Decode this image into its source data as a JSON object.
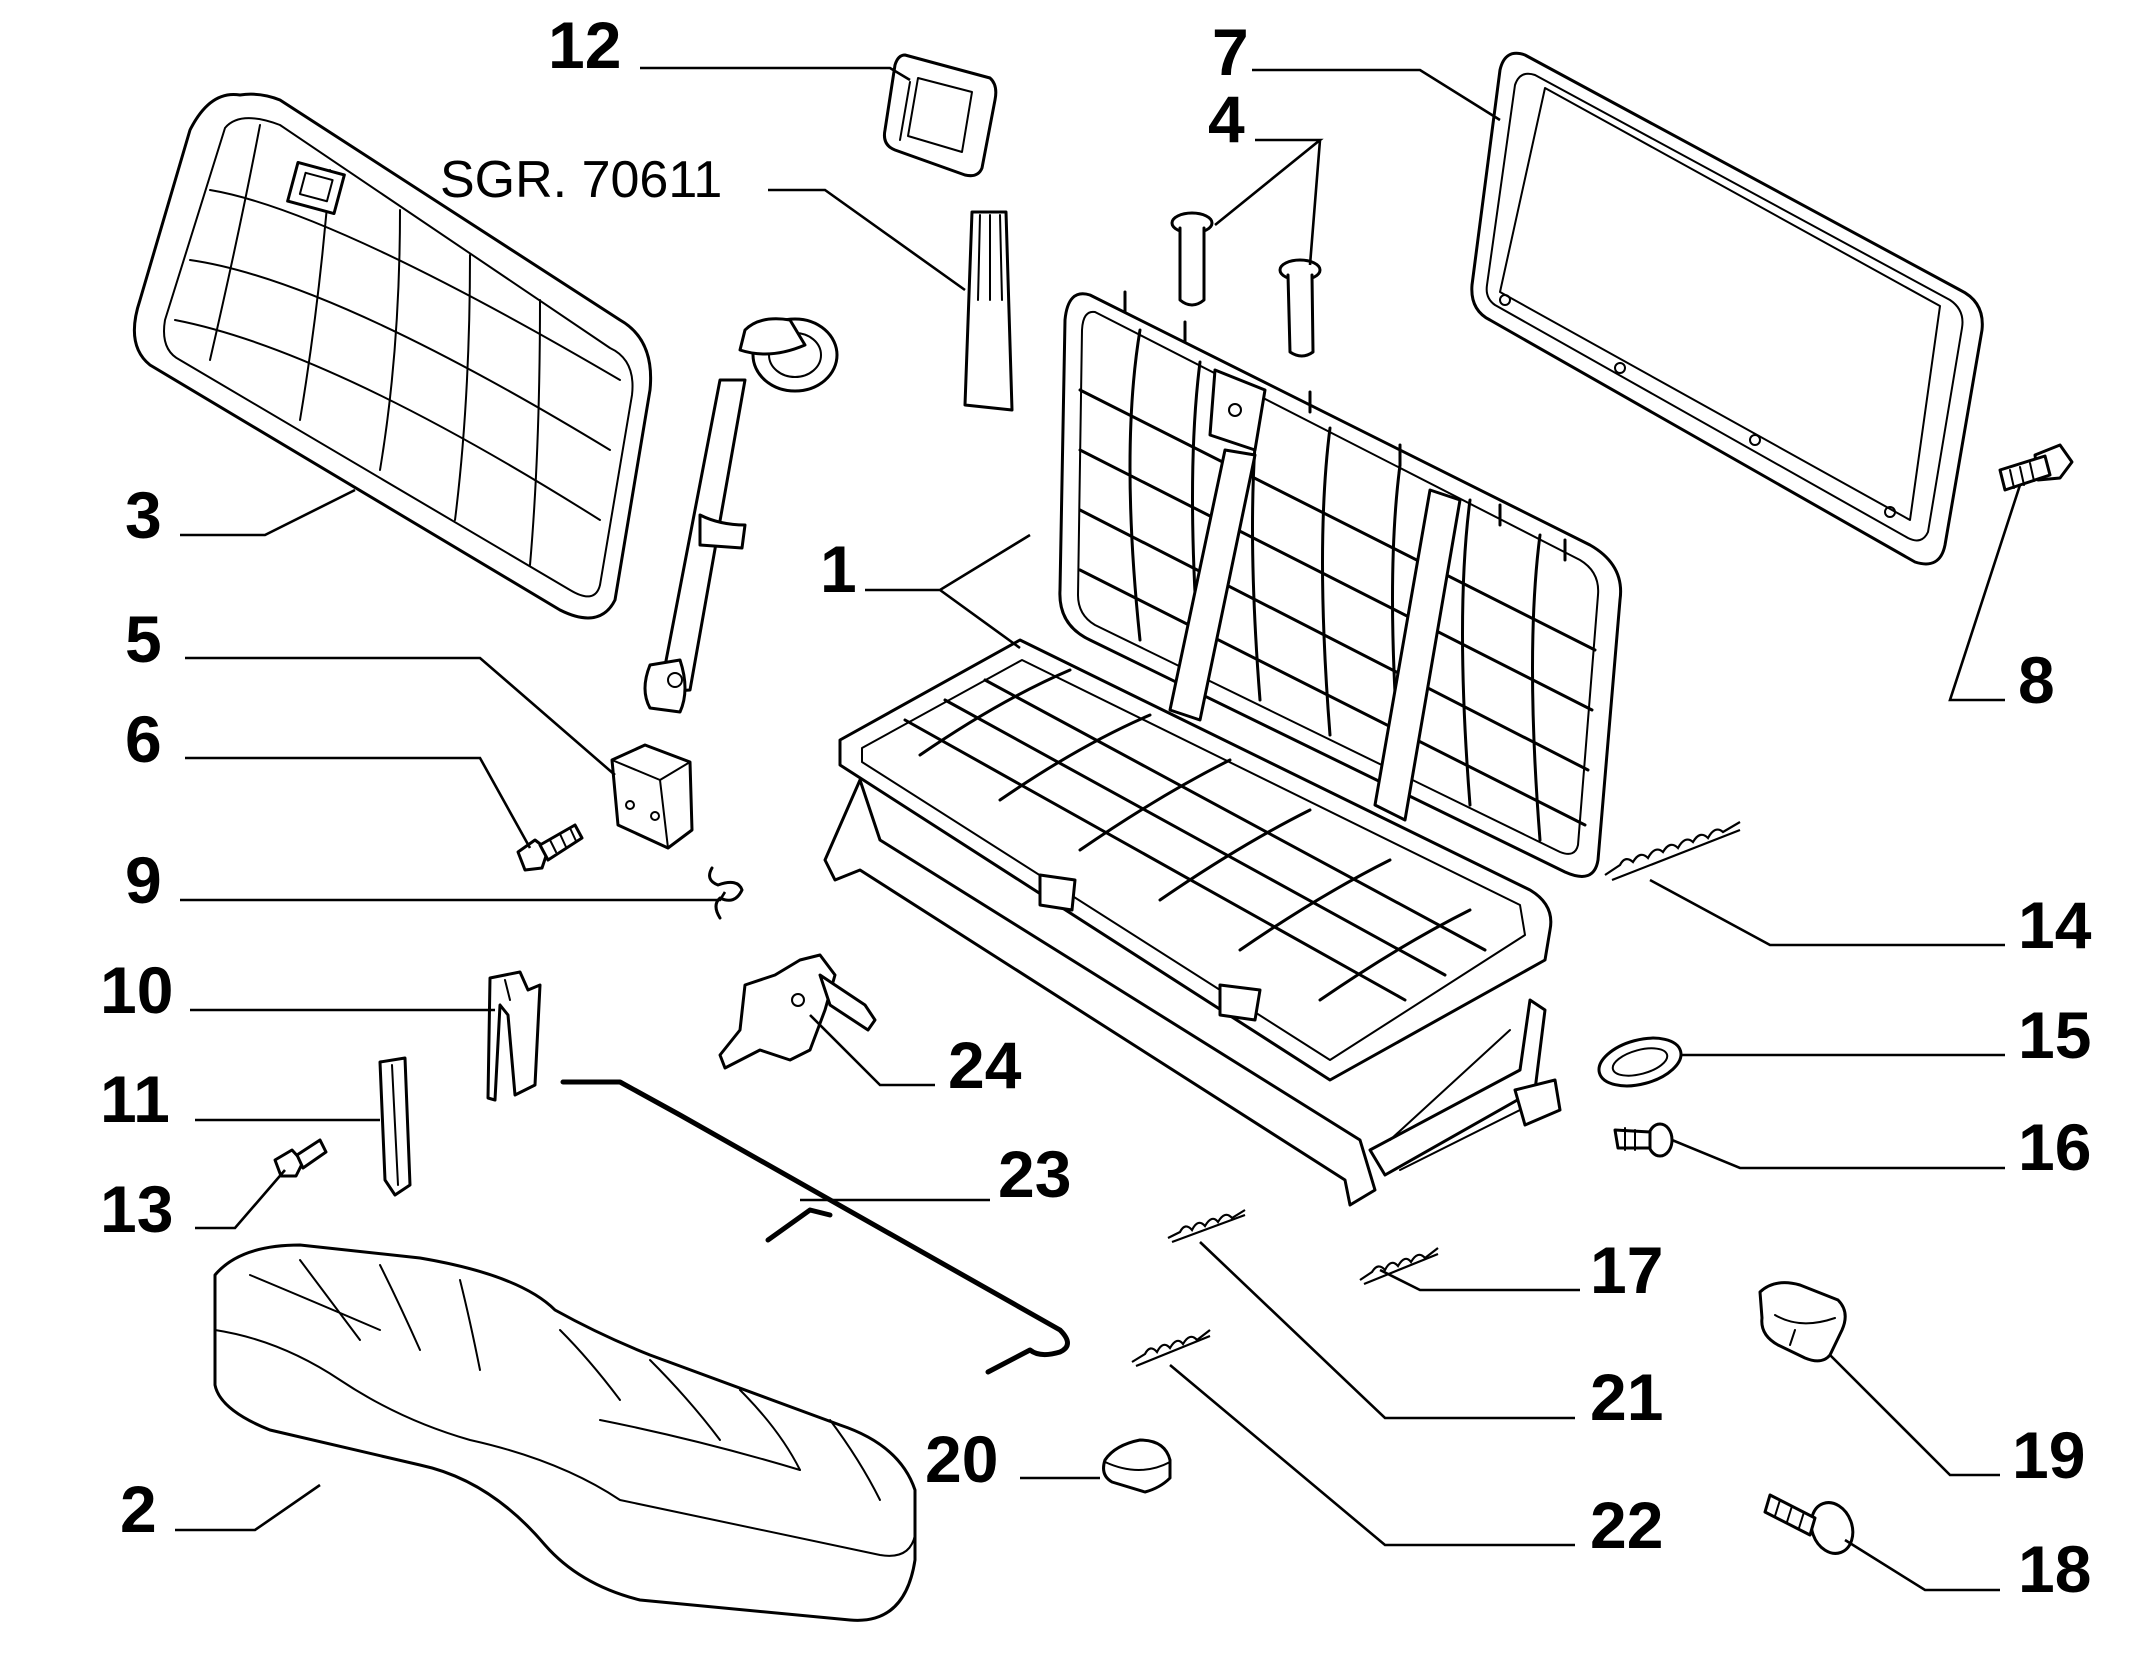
{
  "callouts": [
    {
      "id": "1",
      "text": "1"
    },
    {
      "id": "2",
      "text": "2"
    },
    {
      "id": "3",
      "text": "3"
    },
    {
      "id": "4",
      "text": "4"
    },
    {
      "id": "5",
      "text": "5"
    },
    {
      "id": "6",
      "text": "6"
    },
    {
      "id": "7",
      "text": "7"
    },
    {
      "id": "8",
      "text": "8"
    },
    {
      "id": "9",
      "text": "9"
    },
    {
      "id": "10",
      "text": "10"
    },
    {
      "id": "11",
      "text": "11"
    },
    {
      "id": "12",
      "text": "12"
    },
    {
      "id": "13",
      "text": "13"
    },
    {
      "id": "14",
      "text": "14"
    },
    {
      "id": "15",
      "text": "15"
    },
    {
      "id": "16",
      "text": "16"
    },
    {
      "id": "17",
      "text": "17"
    },
    {
      "id": "18",
      "text": "18"
    },
    {
      "id": "19",
      "text": "19"
    },
    {
      "id": "20",
      "text": "20"
    },
    {
      "id": "21",
      "text": "21"
    },
    {
      "id": "22",
      "text": "22"
    },
    {
      "id": "23",
      "text": "23"
    },
    {
      "id": "24",
      "text": "24"
    }
  ],
  "group_reference": "SGR. 70611"
}
